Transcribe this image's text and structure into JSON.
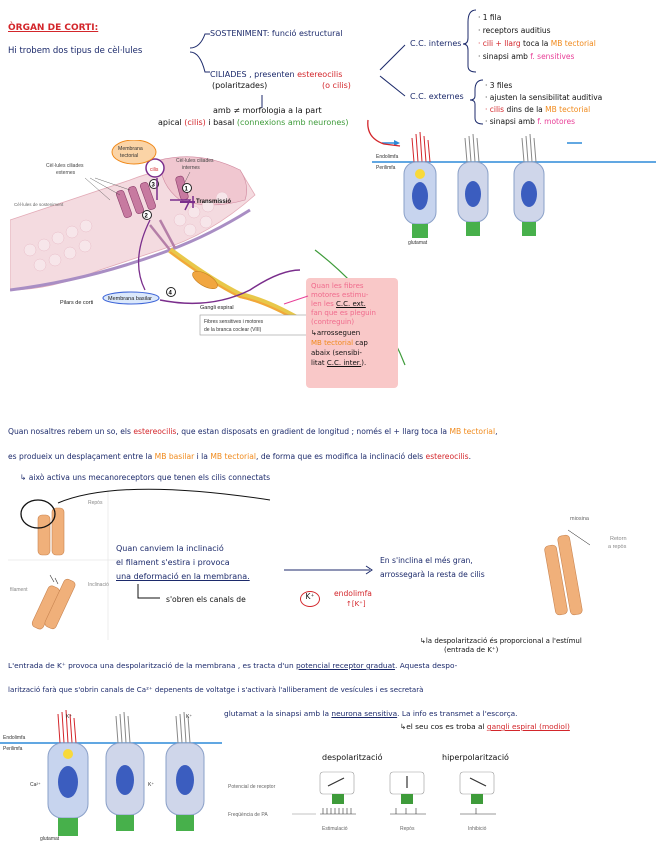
{
  "title": "ÒRGAN DE CORTI:",
  "intro": "Hi trobem dos tipus de cèl·lules",
  "sosteniment": "SOSTENIMENT: funció estructural",
  "ciliades": {
    "line1_a": "CILIADES , presenten ",
    "line1_b": "estereocilis",
    "line2": "(polaritzades)",
    "line2_b": "(o cilis)",
    "line3": "amb ≠ morfologia a la part",
    "line4_a": "apical ",
    "line4_b": "(cilis)",
    "line4_c": " i basal ",
    "line4_d": "(connexions amb neurones)"
  },
  "cc_internes": {
    "label": "C.C. internes",
    "items": [
      "· 1 fila",
      "· receptors auditius"
    ],
    "item3_a": "· cili + llarg",
    "item3_b": " toca la ",
    "item3_c": "MB tectorial",
    "item4_a": "· sinapsi amb ",
    "item4_b": "f. sensitives"
  },
  "cc_externes": {
    "label": "C.C. externes",
    "items": [
      "· 3 files",
      "· ajusten la sensibilitat auditiva"
    ],
    "item3_a": "· cilis",
    "item3_b": " dins de la ",
    "item3_c": "MB tectorial",
    "item4_a": "· sinapsi amb ",
    "item4_b": "f. motores"
  },
  "diagram1": {
    "membrana_tectorial": "Membrana tectorial",
    "cels_externes": "Cèl·lules ciliades externes",
    "cels_internes": "Cèl·lules ciliades internes",
    "cels_sosteniment": "Cèl·lules de sosteniment",
    "pilars": "Pilars de corti",
    "membrana_basilar": "Membrana basilar",
    "gangli": "Gangli espiral",
    "fibres": "Fibres sensitives i motores de la branca coclear (VIII)",
    "transmissio": "Transmissió",
    "n1": "1",
    "n2": "2",
    "n3": "3",
    "n4": "4"
  },
  "cell_labels": {
    "endolimfa": "Endolimfa",
    "perilimfa": "Perilimfa",
    "glutamat": "glutamat"
  },
  "note": {
    "l1": "Quan les fibres",
    "l2": "motores estimu-",
    "l3": "len les ",
    "l3b": "C.C. ext.",
    "l4": "fan que es pleguin",
    "l5": "(contreguin)",
    "l6": "↳arrosseguen",
    "l7": "MB tectorial",
    "l7b": " cap",
    "l8": "abaix (sensibi-",
    "l9": "litat ",
    "l9b": "C.C. inter.",
    "l9c": ")."
  },
  "para1": {
    "a": "Quan nosaltres rebem un so, els ",
    "b": "estereocilis",
    "c": ", que estan disposats en gradient de longitud ; només el + llarg toca la ",
    "d": "MB tectorial",
    "e": ",",
    "f": "es produeix un desplaçament entre la ",
    "g": "MB basilar",
    "h": " i la ",
    "i": "MB tectorial",
    "j": ", de forma que es modifica la inclinació dels ",
    "k": "estereocilis",
    "l": ".",
    "arrow": "↳ això activa uns mecanoreceptors que tenen els cilis connectats"
  },
  "diagram2": {
    "repos": "Repòs",
    "inclinacio": "Inclinació",
    "filament": "filament",
    "miosina": "miosina",
    "retorn": "Retorn a repòs"
  },
  "mid": {
    "l1": "Quan canviem la inclinació",
    "l2": "el filament s'estira i provoca",
    "l3": "una deformació en la membrana.",
    "l4": "s'obren els canals de",
    "kplus": "K⁺",
    "endolimfa": "endolimfa",
    "endolimfa2": "↑[K⁺]",
    "right1": "En s'inclina el més gran,",
    "right2": "arrossegarà la resta de cilis"
  },
  "para2": {
    "top": "↳la despolarització és proporcional a l'estímul",
    "top2": "(entrada de K⁺)",
    "l1_a": "L'entrada de K⁺ provoca una despolarització de la membrana , es tracta d'un ",
    "l1_b": "potencial receptor graduat",
    "l1_c": ". Aquesta despo-",
    "l2": "larització farà que s'obrin canals de Ca²⁺ depenents de voltatge i s'activarà l'alliberament de vesícules i es secretarà",
    "l3_a": "glutamat a la sinapsi amb la ",
    "l3_b": "neurona sensitiva",
    "l3_c": ". La info es transmet a l'escorça.",
    "l4_a": "↳el seu cos es troba al ",
    "l4_b": "gangli espiral (modiol)"
  },
  "diagram3": {
    "despolaritzacio": "despolarització",
    "hiperpolaritzacio": "hiperpolarització",
    "potencial": "Potencial de receptor",
    "frequencia": "Freqüència de PA",
    "estimulacio": "Estimulació",
    "repos": "Repòs",
    "inhibicio": "Inhibició",
    "endolimfa": "Endolimfa",
    "perilimfa": "Perilimfa",
    "glutamat": "glutamat",
    "ca": "Ca²⁺",
    "k1": "K⁺",
    "k2": "K⁺",
    "k3": "K⁺"
  },
  "colors": {
    "navy": "#1c2a6b",
    "red": "#d3262b",
    "orange": "#f08a1c",
    "pink": "#e83f97",
    "green": "#3e9b3a",
    "purple": "#7a2e8c",
    "note_bg": "#f9c8c8"
  }
}
